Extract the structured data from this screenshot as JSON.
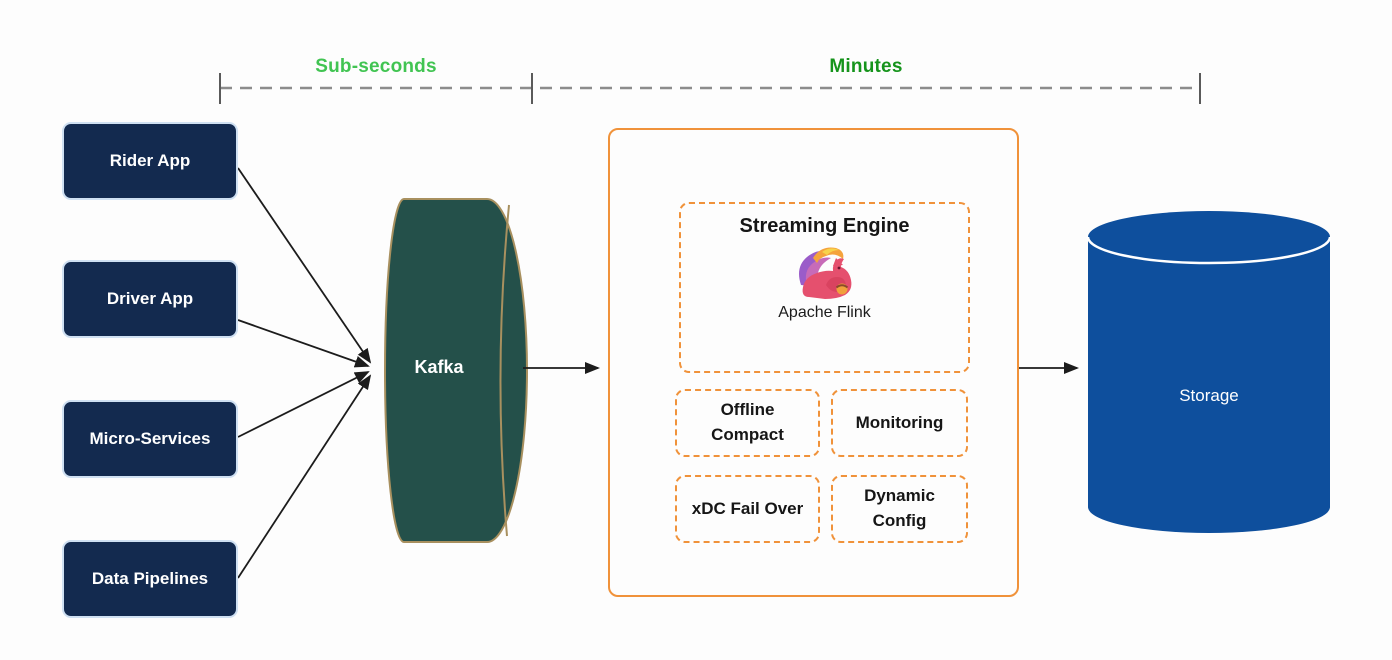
{
  "timeline": {
    "sub_seconds": "Sub-seconds",
    "minutes": "Minutes"
  },
  "sources": {
    "items": [
      {
        "label": "Rider App"
      },
      {
        "label": "Driver App"
      },
      {
        "label": "Micro-Services"
      },
      {
        "label": "Data Pipelines"
      }
    ]
  },
  "kafka": {
    "label": "Kafka"
  },
  "engine": {
    "title": "Streaming Engine",
    "logo_icon": "apache-flink-squirrel-icon",
    "logo_caption": "Apache Flink",
    "modules": [
      {
        "label": "Offline Compact"
      },
      {
        "label": "Monitoring"
      },
      {
        "label": "xDC Fail Over"
      },
      {
        "label": "Dynamic Config"
      }
    ]
  },
  "storage": {
    "label": "Storage"
  },
  "colors": {
    "bg": "#fdfdfd",
    "source_box": "#132a4f",
    "kafka_fill": "#24504a",
    "kafka_stroke": "#a8905f",
    "orange": "#f0923a",
    "storage_fill": "#0e4f9d",
    "sub_seconds_green": "#41c452",
    "minutes_green": "#16941c",
    "arrow": "#1c1c1c",
    "ruler": "#8c8c8c"
  }
}
